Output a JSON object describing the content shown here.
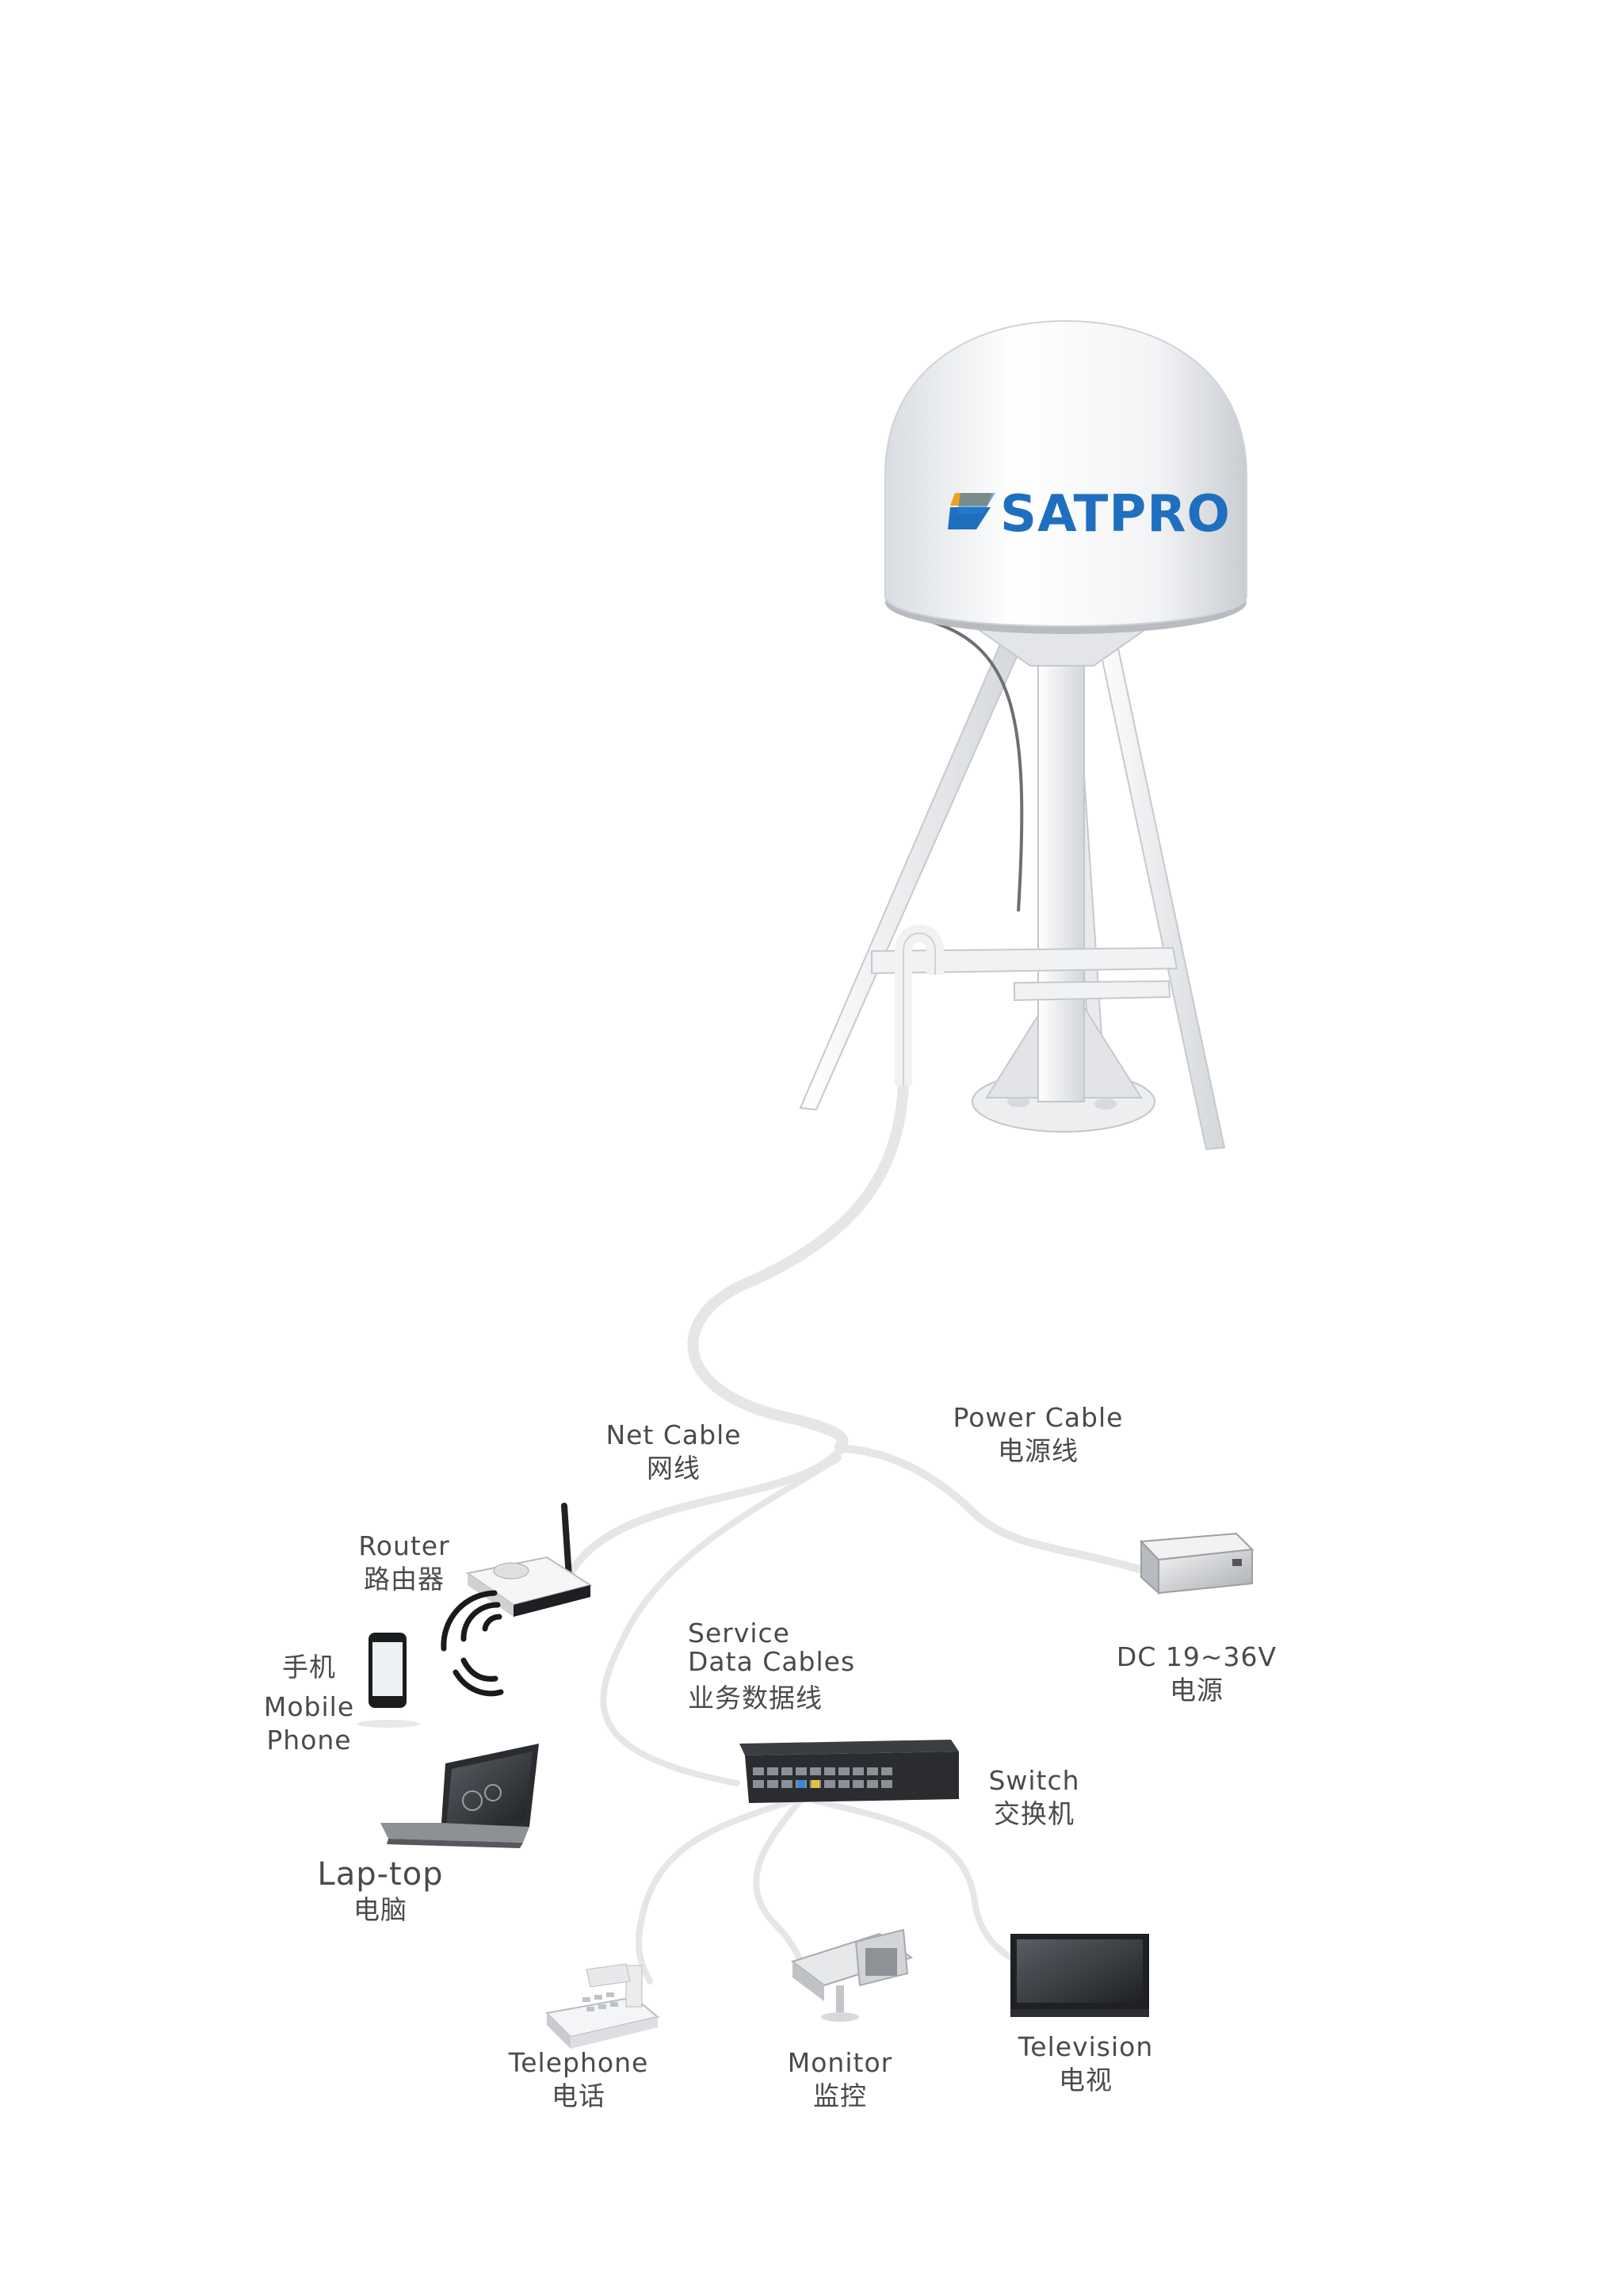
{
  "brand": {
    "logo_text": "SATPRO",
    "color": "#1f6fc0"
  },
  "cable_color": "#e6e6e6",
  "nodes": {
    "net_cable": {
      "en": "Net Cable",
      "zh": "网线"
    },
    "power_cable": {
      "en": "Power Cable",
      "zh": "电源线"
    },
    "router": {
      "en": "Router",
      "zh": "路由器"
    },
    "mobile": {
      "zh": "手机",
      "en1": "Mobile",
      "en2": "Phone"
    },
    "service": {
      "en1": "Service",
      "en2": "Data Cables",
      "zh": "业务数据线"
    },
    "power": {
      "en": "DC 19~36V",
      "zh": "电源"
    },
    "laptop": {
      "en": "Lap-top",
      "zh": "电脑"
    },
    "switch": {
      "en": "Switch",
      "zh": "交换机"
    },
    "telephone": {
      "en": "Telephone",
      "zh": "电话"
    },
    "monitor": {
      "en": "Monitor",
      "zh": "监控"
    },
    "television": {
      "en": "Television",
      "zh": "电视"
    }
  }
}
